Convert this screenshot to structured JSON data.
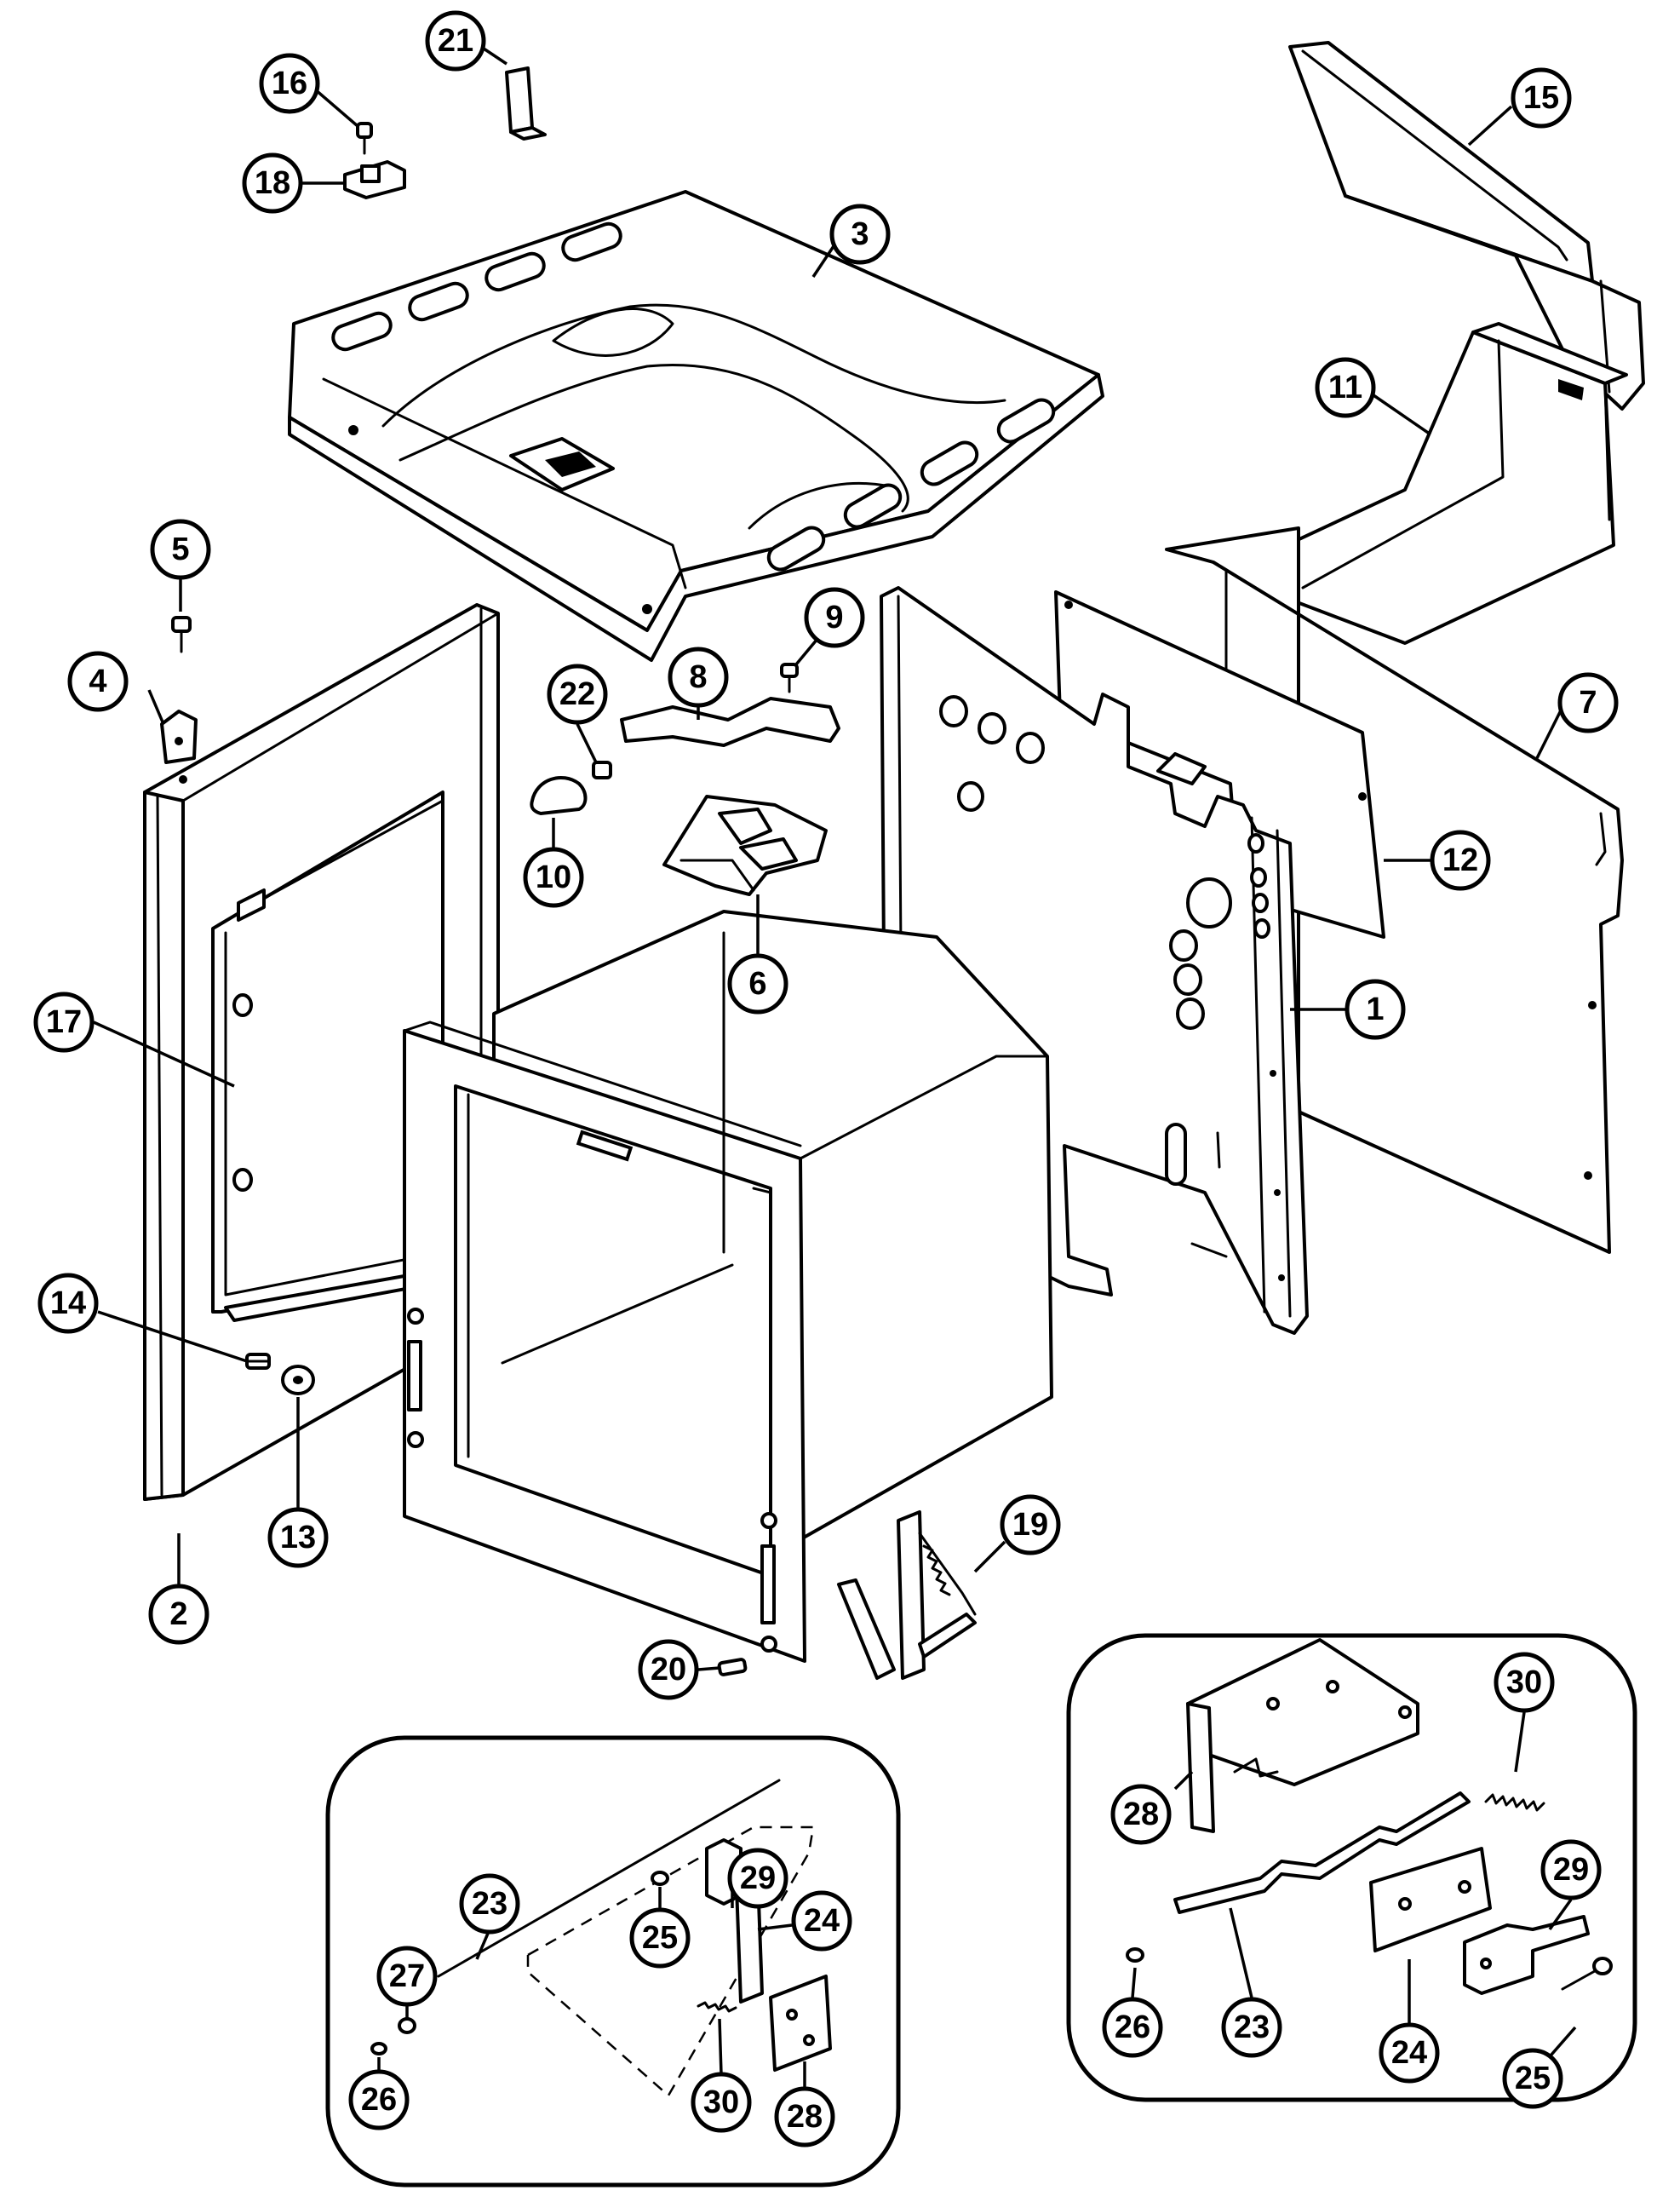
{
  "diagram": {
    "callouts": [
      {
        "label": "1"
      },
      {
        "label": "2"
      },
      {
        "label": "3"
      },
      {
        "label": "4"
      },
      {
        "label": "5"
      },
      {
        "label": "6"
      },
      {
        "label": "7"
      },
      {
        "label": "8"
      },
      {
        "label": "9"
      },
      {
        "label": "10"
      },
      {
        "label": "11"
      },
      {
        "label": "12"
      },
      {
        "label": "13"
      },
      {
        "label": "14"
      },
      {
        "label": "15"
      },
      {
        "label": "16"
      },
      {
        "label": "17"
      },
      {
        "label": "18"
      },
      {
        "label": "19"
      },
      {
        "label": "20"
      },
      {
        "label": "21"
      },
      {
        "label": "22"
      }
    ],
    "inset_left": {
      "callouts": [
        {
          "label": "23"
        },
        {
          "label": "24"
        },
        {
          "label": "25"
        },
        {
          "label": "26"
        },
        {
          "label": "27"
        },
        {
          "label": "28"
        },
        {
          "label": "29"
        },
        {
          "label": "30"
        }
      ]
    },
    "inset_right": {
      "callouts": [
        {
          "label": "23"
        },
        {
          "label": "24"
        },
        {
          "label": "25"
        },
        {
          "label": "26"
        },
        {
          "label": "28"
        },
        {
          "label": "29"
        },
        {
          "label": "30"
        }
      ]
    }
  }
}
